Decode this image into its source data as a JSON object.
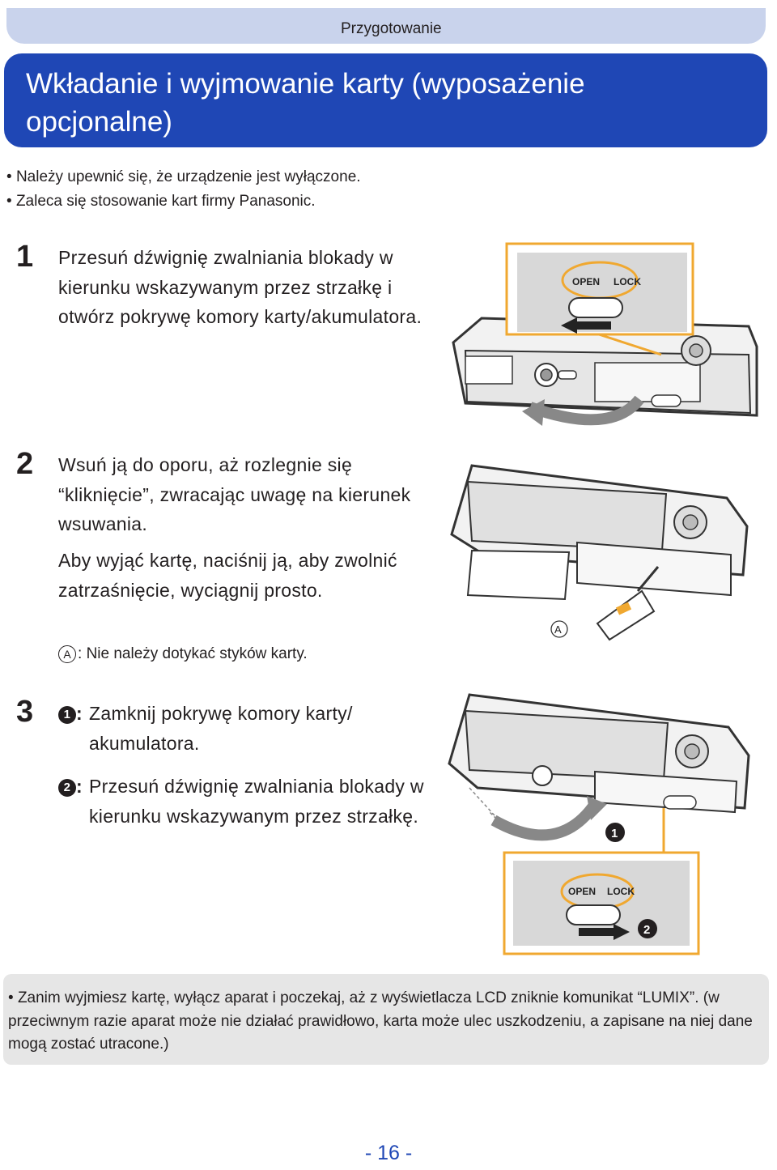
{
  "header": {
    "section": "Przygotowanie"
  },
  "title": "Wkładanie i wyjmowanie karty (wyposażenie opcjonalne)",
  "bullets": [
    "Należy upewnić się, że urządzenie jest wyłączone.",
    "Zaleca się stosowanie kart firmy Panasonic."
  ],
  "steps": [
    {
      "number": "1",
      "text": "Przesuń dźwignię zwalniania blokady w kierunku wskazywanym przez strzałkę i otwórz pokrywę komory karty/akumulatora."
    },
    {
      "number": "2",
      "text": "Wsuń ją do oporu, aż rozlegnie się “kliknięcie”, zwracając uwagę na kierunek wsuwania.",
      "text2": "Aby wyjąć kartę, naciśnij ją, aby zwolnić zatrzaśnięcie, wyciągnij prosto.",
      "note_marker": "A",
      "note": "Nie należy dotykać styków karty."
    },
    {
      "number": "3",
      "sub": [
        {
          "marker": "1",
          "text": "Zamknij pokrywę komory karty/ akumulatora."
        },
        {
          "marker": "2",
          "text": "Przesuń dźwignię zwalniania blokady w kierunku wskazywanym przez strzałkę."
        }
      ]
    }
  ],
  "illustrations": {
    "label_open": "OPEN",
    "label_lock": "LOCK",
    "marker_a": "A",
    "marker_1": "1",
    "marker_2": "2"
  },
  "warning": "Zanim wyjmiesz kartę, wyłącz aparat i poczekaj, aż z wyświetlacza LCD zniknie komunikat “LUMIX”. (w przeciwnym razie aparat może nie działać prawidłowo, karta może ulec uszkodzeniu, a zapisane na niej dane mogą zostać utracone.)",
  "page_number": "- 16 -",
  "colors": {
    "accent": "#1f47b5",
    "header_bar": "#c9d3ec",
    "highlight": "#f0a830",
    "warning_bg": "#e6e6e6"
  }
}
